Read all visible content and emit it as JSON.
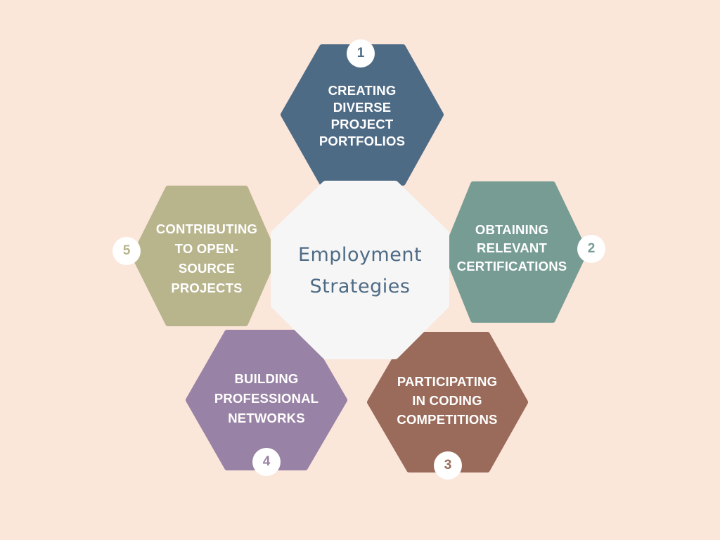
{
  "diagram": {
    "type": "hexagon-cluster",
    "background_color": "#FBE6DA",
    "center": {
      "title_line1": "Employment",
      "title_line2": "Strategies",
      "fill_color": "#F6F6F6",
      "text_color": "#4E6B85"
    },
    "nodes": [
      {
        "number": "1",
        "lines": [
          "CREATING",
          "DIVERSE",
          "PROJECT",
          "PORTFOLIOS"
        ],
        "color": "#4E6B85"
      },
      {
        "number": "2",
        "lines": [
          "OBTAINING",
          "RELEVANT",
          "CERTIFICATIONS"
        ],
        "color": "#769C94"
      },
      {
        "number": "3",
        "lines": [
          "PARTICIPATING",
          "IN CODING",
          "COMPETITIONS"
        ],
        "color": "#9A6B5A"
      },
      {
        "number": "4",
        "lines": [
          "BUILDING",
          "PROFESSIONAL",
          "NETWORKS"
        ],
        "color": "#9882A5"
      },
      {
        "number": "5",
        "lines": [
          "CONTRIBUTING",
          "TO OPEN-",
          "SOURCE",
          "PROJECTS"
        ],
        "color": "#B8B48C"
      }
    ]
  }
}
